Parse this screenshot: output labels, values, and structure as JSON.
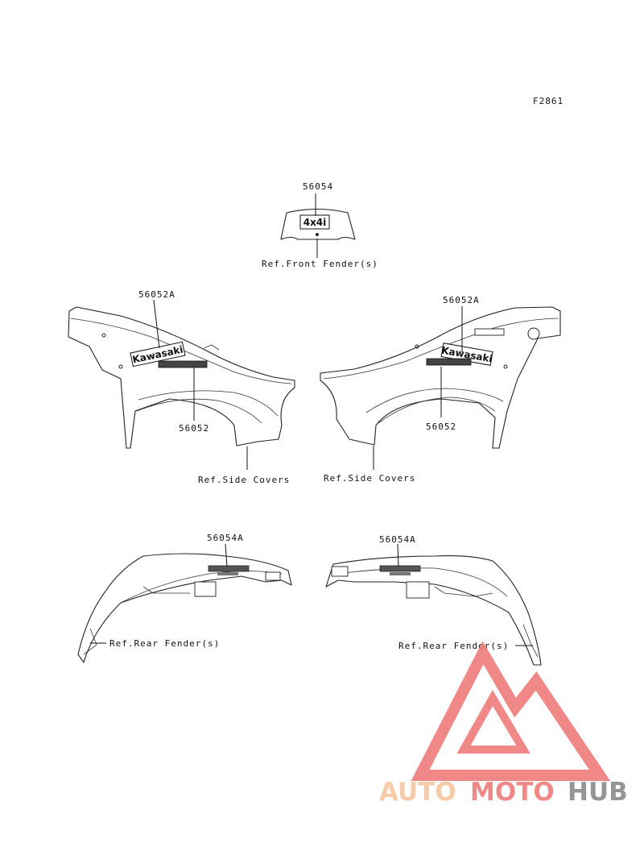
{
  "figure_code": "F2861",
  "callouts": {
    "top_part": "56054",
    "top_ref": "Ref.Front Fender(s)",
    "left_part_upper": "56052A",
    "left_part_lower": "56052",
    "left_ref": "Ref.Side Covers",
    "right_part_upper": "56052A",
    "right_part_lower": "56052",
    "right_ref": "Ref.Side Covers",
    "rear_left_part": "56054A",
    "rear_left_ref": "Ref.Rear Fender(s)",
    "rear_right_part": "56054A",
    "rear_right_ref": "Ref.Rear Fender(s)"
  },
  "decals": {
    "brand": "Kawasaki",
    "badge": "4x4i"
  },
  "watermark": {
    "part1": "AUTO",
    "part2": "MOTO",
    "part3": "HUB",
    "color_light": "#f7c59f",
    "color_red": "#f07c7c",
    "color_grey": "#8a8a8a"
  }
}
